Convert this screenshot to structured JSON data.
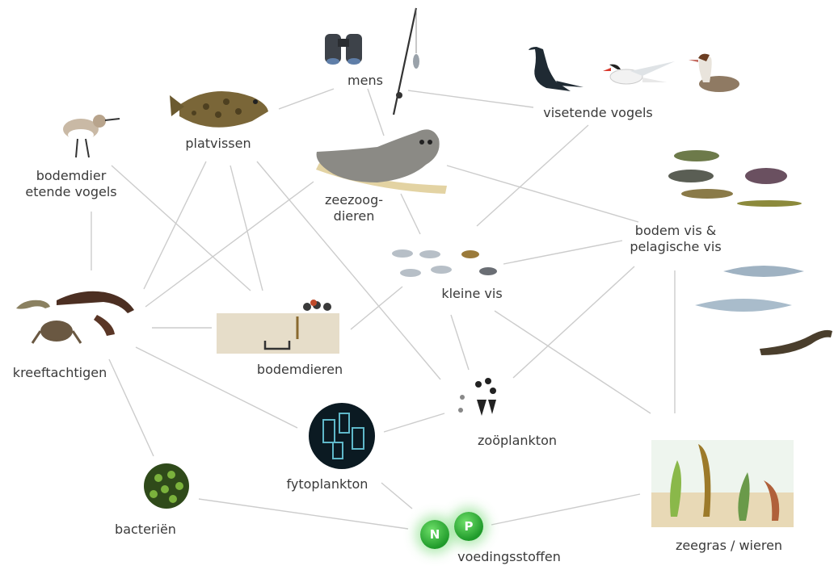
{
  "nodes": {
    "mens": "mens",
    "visetende_vogels": "visetende vogels",
    "platvissen": "platvissen",
    "bodemdier_etende_vogels": "bodemdier\netende vogels",
    "zeezoogdieren": "zeezoog-\ndieren",
    "bodem_vis": "bodem vis &\npelagische vis",
    "kleine_vis": "kleine vis",
    "kreeftachtigen": "kreeftachtigen",
    "bodemdieren": "bodemdieren",
    "zooplankton": "zoöplankton",
    "fytoplankton": "fytoplankton",
    "bacterien": "bacteriën",
    "voedingsstoffen": "voedingsstoffen",
    "zeegras": "zeegras / wieren"
  },
  "nutrients": {
    "n": "N",
    "p": "P"
  },
  "colors": {
    "link": "#c9c9c9",
    "text": "#3a3a3a",
    "nutrient": "#2ca83a"
  },
  "icons": [
    "binoculars-icon",
    "fishing-rod-icon",
    "cormorant-icon",
    "tern-icon",
    "grebe-icon",
    "flatfish-icon",
    "sandpiper-icon",
    "seal-icon",
    "small-fish-icon",
    "bottom-fish-icon",
    "herring-icon",
    "eel-icon",
    "lobster-icon",
    "crab-icon",
    "shrimp-icon",
    "sediment-icon",
    "zooplankton-icon",
    "phytoplankton-icon",
    "bacteria-icon",
    "seagrass-icon"
  ]
}
